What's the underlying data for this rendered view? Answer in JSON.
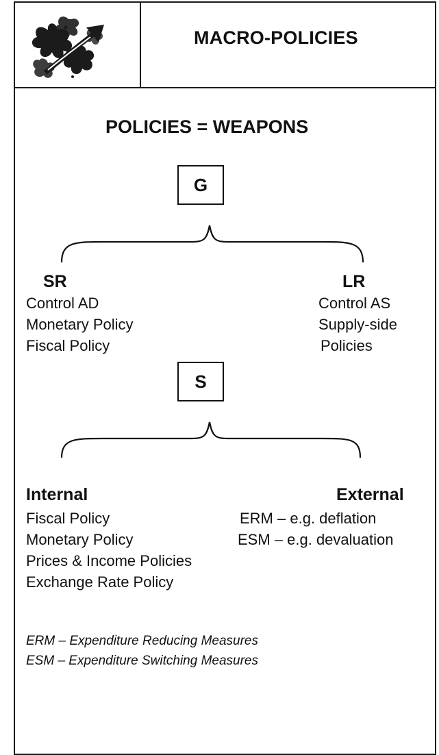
{
  "header": {
    "title": "MACRO-POLICIES"
  },
  "main": {
    "heading": "POLICIES = WEAPONS",
    "top_box": "G",
    "mid_box": "S",
    "short_run": {
      "label": "SR",
      "items": [
        "Control AD",
        "Monetary Policy",
        "Fiscal Policy"
      ]
    },
    "long_run": {
      "label": "LR",
      "items": [
        "Control AS",
        "Supply-side",
        "Policies"
      ]
    },
    "internal": {
      "label": "Internal",
      "items": [
        "Fiscal Policy",
        "Monetary Policy",
        "Prices & Income Policies",
        "Exchange Rate Policy"
      ]
    },
    "external": {
      "label": "External",
      "items": [
        "ERM – e.g. deflation",
        "ESM – e.g. devaluation"
      ]
    },
    "notes": [
      "ERM – Expenditure Reducing Measures",
      "ESM – Expenditure Switching Measures"
    ]
  },
  "colors": {
    "ink": "#111111",
    "background": "#ffffff"
  }
}
